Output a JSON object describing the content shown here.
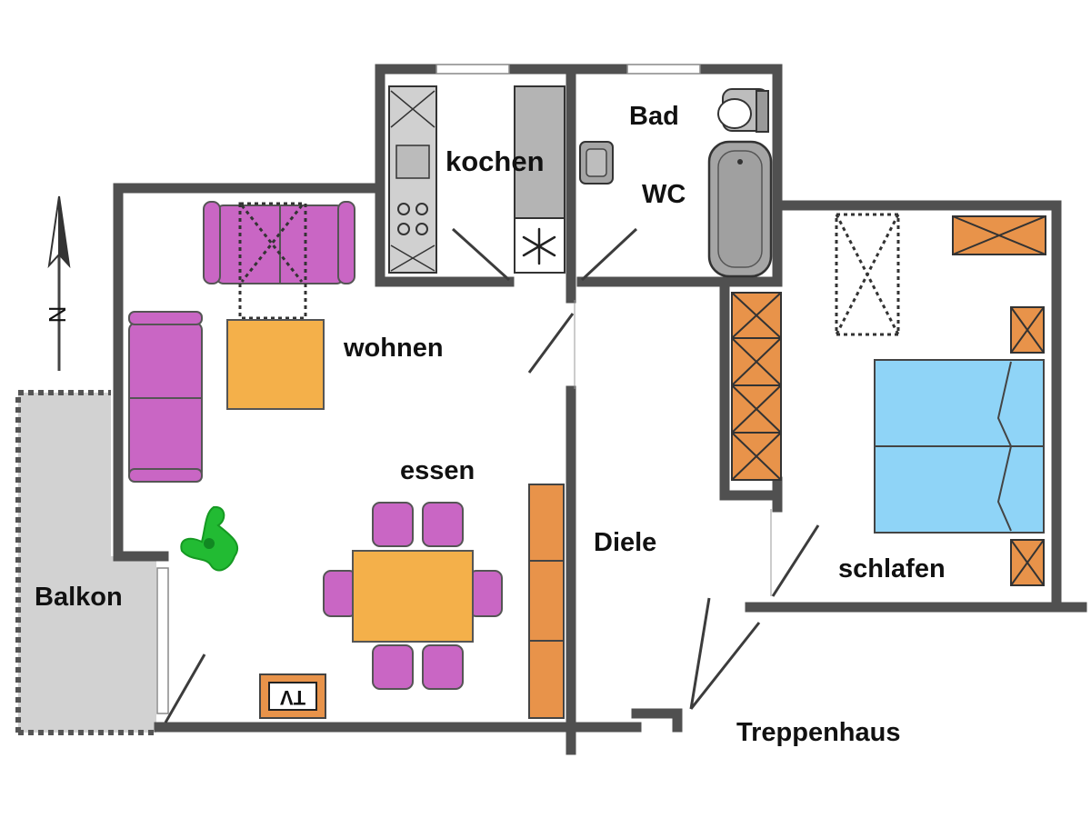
{
  "labels": {
    "kochen": "kochen",
    "bad": "Bad",
    "wc": "WC",
    "wohnen": "wohnen",
    "essen": "essen",
    "diele": "Diele",
    "schlafen": "schlafen",
    "balkon": "Balkon",
    "treppenhaus": "Treppenhaus",
    "tv": "TV",
    "north": "N"
  },
  "colors": {
    "wall": "#505050",
    "sofa": "#c966c4",
    "table": "#f4b04a",
    "cabinet": "#e8934a",
    "bed": "#8fd4f7",
    "balcony": "#d2d2d2",
    "bath": "#a5a5a5",
    "plant": "#22bb33"
  }
}
